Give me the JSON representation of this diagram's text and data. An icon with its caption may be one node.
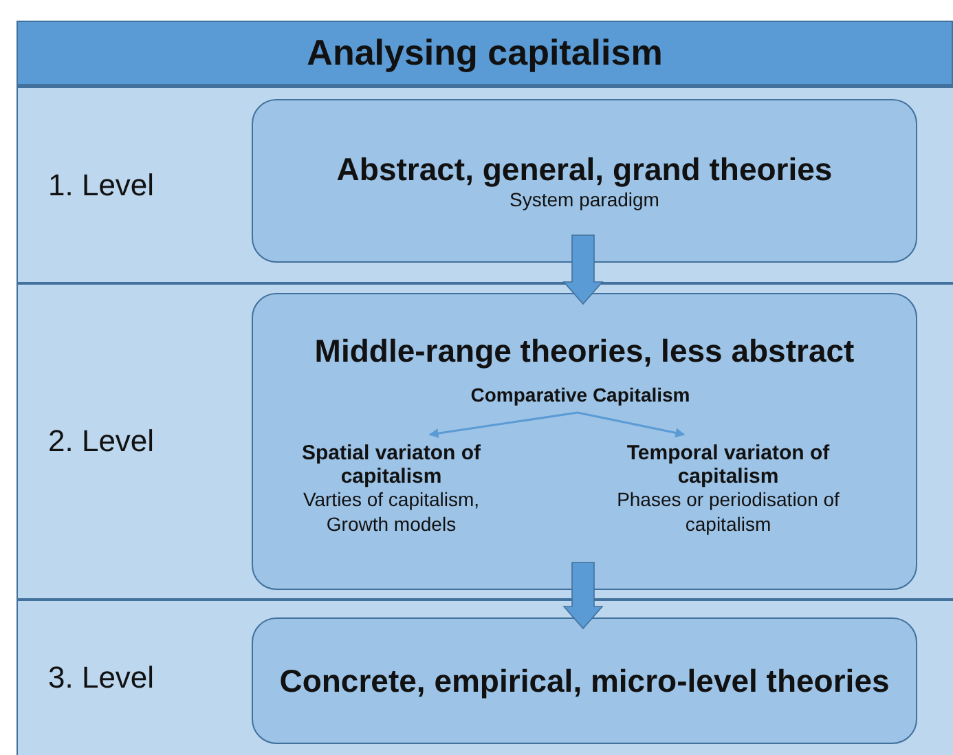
{
  "diagram": {
    "title": "Analysing capitalism",
    "nodes": [
      {
        "text": [
          "1. Level"
        ]
      },
      {
        "text": [
          "Abstract, general, grand theories",
          "System paradigm"
        ],
        "in": 0
      },
      {
        "text": [
          "2. Level"
        ]
      },
      {
        "text": [
          "Middle-range theories, less abstract"
        ],
        "in": 2
      },
      {
        "text": [
          "Comparative Capitalism"
        ],
        "in": 3
      },
      {
        "text": [
          "Spatial variaton of capitalism",
          "Varties of capitalism, Growth models"
        ],
        "in": 3
      },
      {
        "text": [
          "Temporal variaton of capitalism",
          "Phases or periodisation of capitalism"
        ],
        "in": 3
      },
      {
        "text": [
          "3. Level"
        ]
      },
      {
        "text": [
          "Concrete, empirical, micro-level theories"
        ],
        "in": 7
      }
    ],
    "edges": [
      {
        "from": 1,
        "to": 3,
        "arrow": "to",
        "style": "thick"
      },
      {
        "from": 4,
        "to": 5,
        "arrow": "to"
      },
      {
        "from": 4,
        "to": 6,
        "arrow": "to"
      },
      {
        "from": 3,
        "to": 8,
        "arrow": "to",
        "style": "thick"
      }
    ]
  }
}
